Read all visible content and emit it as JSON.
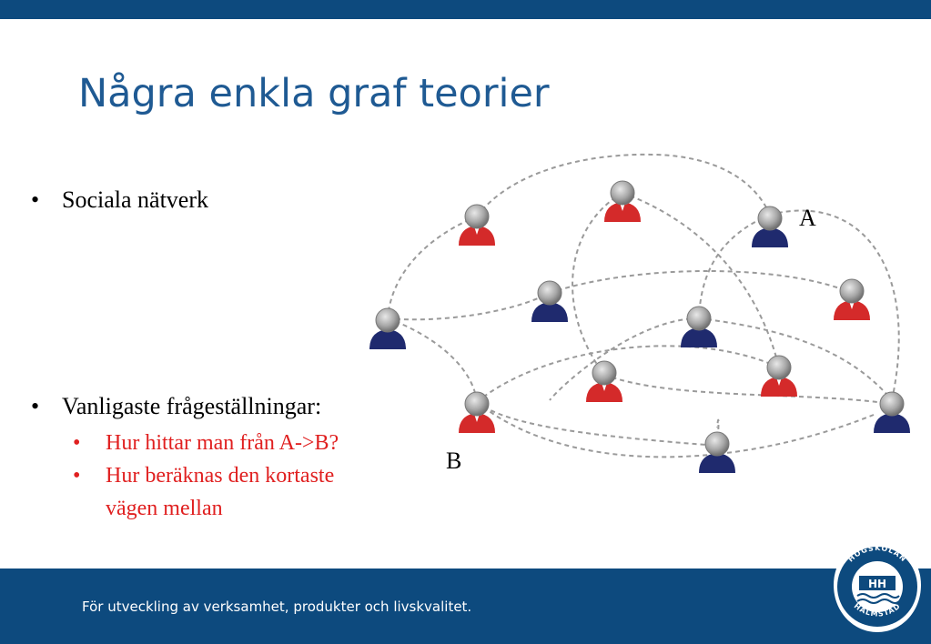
{
  "slide": {
    "title": "Några enkla graf teorier",
    "bullets": [
      {
        "text": "Sociala nätverk"
      },
      {
        "text": "Vanligaste frågeställningar:",
        "sub_items": [
          "Hur hittar man från A->B?",
          "Hur beräknas den kortaste",
          "vägen mellan"
        ]
      }
    ],
    "bullet_glyph": "•"
  },
  "graph": {
    "label_a": "A",
    "label_b": "B",
    "node_colors": {
      "red": "#d42a2a",
      "blue": "#1f2a6e",
      "head": "#9a9a9a"
    }
  },
  "footer": {
    "tagline": "För utveckling av verksamhet, produkter och livskvalitet.",
    "logo_top_text": "HÖGSKOLAN",
    "logo_bottom_text": "HALMSTAD",
    "logo_mark": "HH"
  },
  "colors": {
    "brand_blue": "#0d4a7e",
    "title_blue": "#1f5a93",
    "accent_red": "#e02020"
  }
}
